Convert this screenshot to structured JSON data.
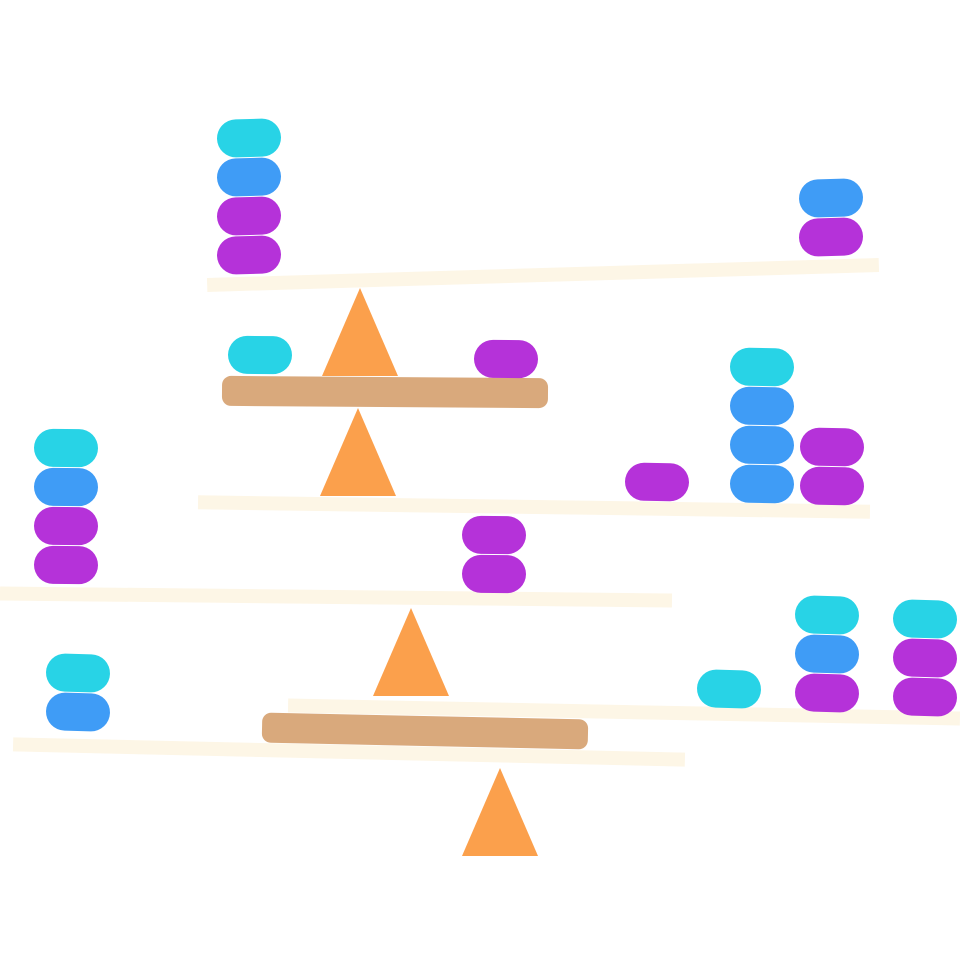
{
  "colors": {
    "cyan": "#28d3e6",
    "blue": "#3f9cf6",
    "purple": "#b532d9",
    "cream_plank": "#fdf6e6",
    "tan_plank": "#d9a97c",
    "fulcrum": "#fba04c",
    "background": "#ffffff"
  },
  "puzzle": {
    "planks": [
      {
        "id": "plank-top-cream",
        "kind": "cream",
        "tilt_deg": -1.7
      },
      {
        "id": "plank-upper-tan",
        "kind": "tan",
        "tilt_deg": 0.4
      },
      {
        "id": "plank-middle-cream",
        "kind": "cream",
        "tilt_deg": 0.8
      },
      {
        "id": "plank-left-cream",
        "kind": "cream",
        "tilt_deg": 0.6
      },
      {
        "id": "plank-right-cream",
        "kind": "cream",
        "tilt_deg": 1.1
      },
      {
        "id": "plank-lower-tan",
        "kind": "tan",
        "tilt_deg": 1.2
      },
      {
        "id": "plank-bottom-cream",
        "kind": "cream",
        "tilt_deg": 1.3
      }
    ],
    "fulcrums": [
      {
        "id": "fulcrum-1"
      },
      {
        "id": "fulcrum-2"
      },
      {
        "id": "fulcrum-3"
      },
      {
        "id": "fulcrum-4"
      }
    ],
    "stacks": [
      {
        "id": "stack-top-left",
        "blocks": [
          "purple",
          "purple",
          "blue",
          "cyan"
        ]
      },
      {
        "id": "stack-top-right",
        "blocks": [
          "purple",
          "blue"
        ]
      },
      {
        "id": "stack-tan-left",
        "blocks": [
          "cyan"
        ]
      },
      {
        "id": "stack-tan-right",
        "blocks": [
          "purple"
        ]
      },
      {
        "id": "stack-mid-right-single",
        "blocks": [
          "purple"
        ]
      },
      {
        "id": "stack-mid-right-tall",
        "blocks": [
          "blue",
          "blue",
          "blue",
          "cyan"
        ]
      },
      {
        "id": "stack-mid-right-pair",
        "blocks": [
          "purple",
          "purple"
        ]
      },
      {
        "id": "stack-left-tall",
        "blocks": [
          "purple",
          "purple",
          "blue",
          "cyan"
        ]
      },
      {
        "id": "stack-left-center",
        "blocks": [
          "purple",
          "purple"
        ]
      },
      {
        "id": "stack-bottom-left",
        "blocks": [
          "blue",
          "cyan"
        ]
      },
      {
        "id": "stack-right-single",
        "blocks": [
          "cyan"
        ]
      },
      {
        "id": "stack-right-middle",
        "blocks": [
          "purple",
          "blue",
          "cyan"
        ]
      },
      {
        "id": "stack-right-edge",
        "blocks": [
          "purple",
          "purple",
          "cyan"
        ]
      }
    ]
  }
}
